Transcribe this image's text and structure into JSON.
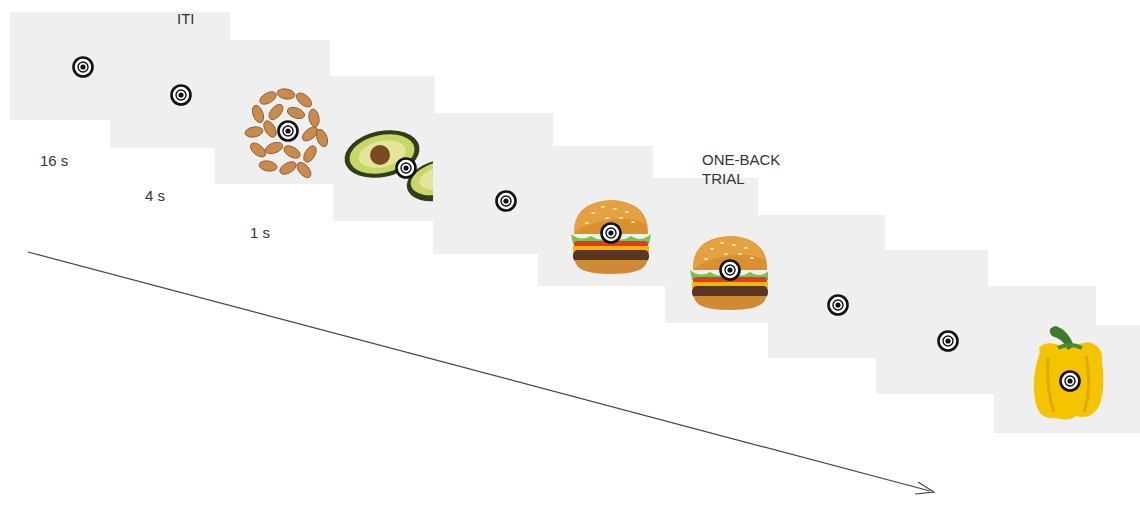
{
  "diagram": {
    "labels": [
      "ITI",
      "16 s",
      "4 s",
      "1 s",
      "ONE-BACK TRIAL"
    ]
  }
}
